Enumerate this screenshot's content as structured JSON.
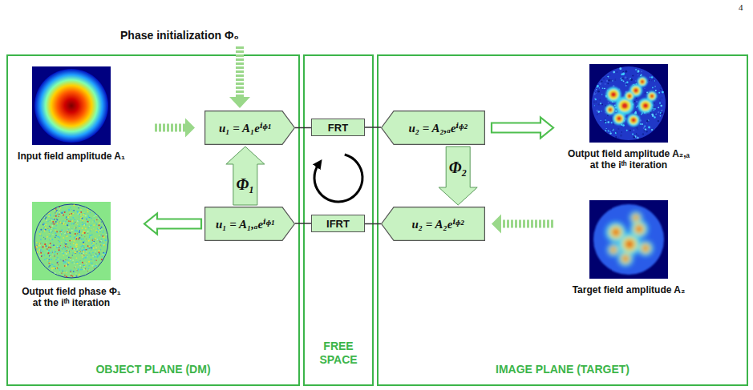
{
  "diagram": {
    "nodes": [
      {
        "text": [
          "OBJECT PLANE (DM)"
        ]
      },
      {
        "text": [
          "FREE SPACE"
        ]
      },
      {
        "text": [
          "IMAGE PLANE (TARGET)"
        ]
      },
      {
        "text": [
          "Input field amplitude A₁"
        ],
        "in": 0
      },
      {
        "text": [
          "u₁ = A₁eⁱᶲ¹"
        ],
        "in": 0
      },
      {
        "text": [
          "FRT"
        ],
        "in": 1
      },
      {
        "text": [
          "u₂ = A₂,ₐeⁱᶲ²"
        ],
        "in": 2
      },
      {
        "text": [
          "Output field amplitude A₂,ₐ at the iᵗʰ iteration"
        ],
        "in": 2
      },
      {
        "text": [
          "Output field phase Φ₁ at the iᵗʰ iteration"
        ],
        "in": 0
      },
      {
        "text": [
          "u₁ = A₁,ₐeⁱᶲ¹"
        ],
        "in": 0
      },
      {
        "text": [
          "IFRT"
        ],
        "in": 1
      },
      {
        "text": [
          "u₂ = A₂eⁱᶲ²"
        ],
        "in": 2
      },
      {
        "text": [
          "Target field amplitude A₂"
        ],
        "in": 2
      }
    ],
    "edges": [
      {
        "from": 3,
        "to": 4,
        "arrow": "to"
      },
      {
        "from": 4,
        "to": 5,
        "arrow": "none"
      },
      {
        "from": 5,
        "to": 6,
        "arrow": "none"
      },
      {
        "from": 6,
        "to": 7,
        "arrow": "to"
      },
      {
        "from": 6,
        "to": 11,
        "arrow": "to",
        "label": "Φ₂"
      },
      {
        "from": 12,
        "to": 11,
        "arrow": "to"
      },
      {
        "from": 11,
        "to": 10,
        "arrow": "none"
      },
      {
        "from": 10,
        "to": 9,
        "arrow": "none"
      },
      {
        "from": 9,
        "to": 8,
        "arrow": "to"
      },
      {
        "from": 9,
        "to": 4,
        "arrow": "to",
        "label": "Φ₁"
      }
    ],
    "labels": [
      "4",
      "Phase initialization Φ₀"
    ]
  }
}
